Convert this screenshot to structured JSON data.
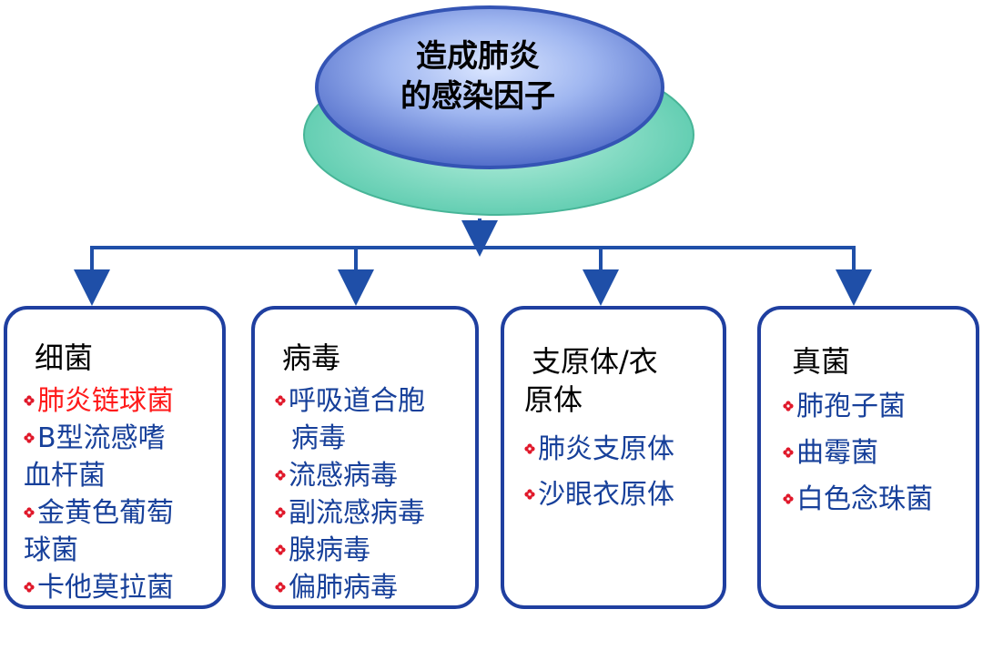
{
  "root": {
    "line1": "造成肺炎",
    "line2": "的感染因子"
  },
  "categories": [
    {
      "title": "细菌",
      "items": [
        {
          "line1": "肺炎链球菌",
          "highlight": true
        },
        {
          "line1": "B型流感嗜",
          "line2": "血杆菌"
        },
        {
          "line1": "金黄色葡萄",
          "line2": "球菌"
        },
        {
          "line1": "卡他莫拉菌"
        }
      ]
    },
    {
      "title": "病毒",
      "items": [
        {
          "line1": "呼吸道合胞",
          "line2": "病毒"
        },
        {
          "line1": "流感病毒"
        },
        {
          "line1": "副流感病毒"
        },
        {
          "line1": "腺病毒"
        },
        {
          "line1": "偏肺病毒"
        }
      ]
    },
    {
      "title_line1": "支原体/衣",
      "title_line2": "原体",
      "items": [
        {
          "line1": "肺炎支原体"
        },
        {
          "line1": "沙眼衣原体"
        }
      ]
    },
    {
      "title": "真菌",
      "items": [
        {
          "line1": "肺孢子菌"
        },
        {
          "line1": "曲霉菌"
        },
        {
          "line1": "白色念珠菌"
        }
      ]
    }
  ],
  "colors": {
    "connector": "#1f4fa8",
    "box_border": "#1f3fa0",
    "item_text": "#17409a",
    "highlight_text": "#ff1a1a",
    "ellipse_blue": "#4f6fce",
    "ellipse_teal": "#5fd1b3",
    "bullet": "#e0182a"
  }
}
